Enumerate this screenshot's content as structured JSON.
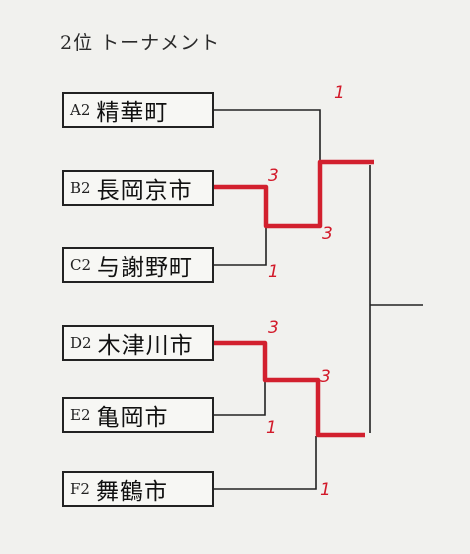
{
  "title": "2位 トーナメント",
  "teams": [
    {
      "seed": "A2",
      "name": "精華町"
    },
    {
      "seed": "B2",
      "name": "長岡京市"
    },
    {
      "seed": "C2",
      "name": "与謝野町"
    },
    {
      "seed": "D2",
      "name": "木津川市"
    },
    {
      "seed": "E2",
      "name": "亀岡市"
    },
    {
      "seed": "F2",
      "name": "舞鶴市"
    }
  ],
  "scores": {
    "a2": "1",
    "b2": "3",
    "c2": "1",
    "bc_winner": "3",
    "d2": "3",
    "e2": "1",
    "de_winner": "3",
    "f2": "1"
  },
  "colors": {
    "winner_line": "#d2202e",
    "score_text": "#d21a2a",
    "bracket_line": "#222222"
  }
}
